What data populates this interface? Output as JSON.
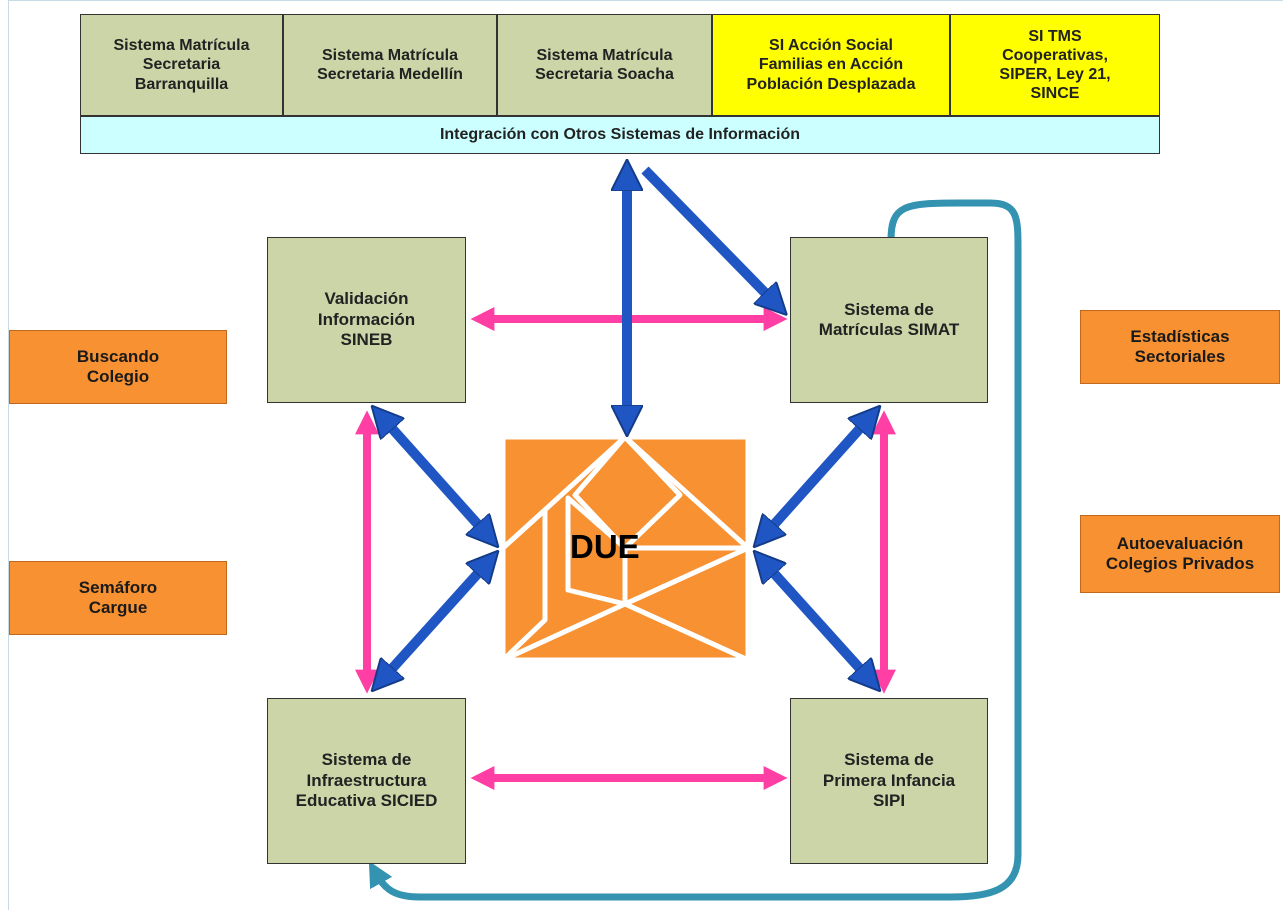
{
  "top_row": [
    {
      "label": "Sistema Matrícula\nSecretaria\nBarranquilla",
      "color": "green"
    },
    {
      "label": "Sistema Matrícula\nSecretaria Medellín",
      "color": "green"
    },
    {
      "label": "Sistema Matrícula\nSecretaria Soacha",
      "color": "green"
    },
    {
      "label": "SI Acción Social\nFamilias en Acción\nPoblación Desplazada",
      "color": "yellow"
    },
    {
      "label": "SI TMS\nCooperativas,\nSIPER, Ley 21,\nSINCE",
      "color": "yellow"
    }
  ],
  "integration_bar": "Integración con Otros Sistemas de Información",
  "systems": {
    "sineb": "Validación\nInformación\nSINEB",
    "simat": "Sistema de\nMatrículas SIMAT",
    "sicied": "Sistema de\nInfraestructura\nEducativa SICIED",
    "sipi": "Sistema de\nPrimera Infancia\nSIPI"
  },
  "center": "DUE",
  "side_left": [
    "Buscando\nColegio",
    "Semáforo\nCargue"
  ],
  "side_right": [
    "Estadísticas\nSectoriales",
    "Autoevaluación\nColegios Privados"
  ],
  "colors": {
    "green": "#cbd5a8",
    "yellow": "#ffff00",
    "orange": "#f79131",
    "cyan": "#ccffff",
    "blue_arrow": "#1f56c4",
    "pink_arrow": "#ff3fa4",
    "teal_arrow": "#3393b0"
  }
}
